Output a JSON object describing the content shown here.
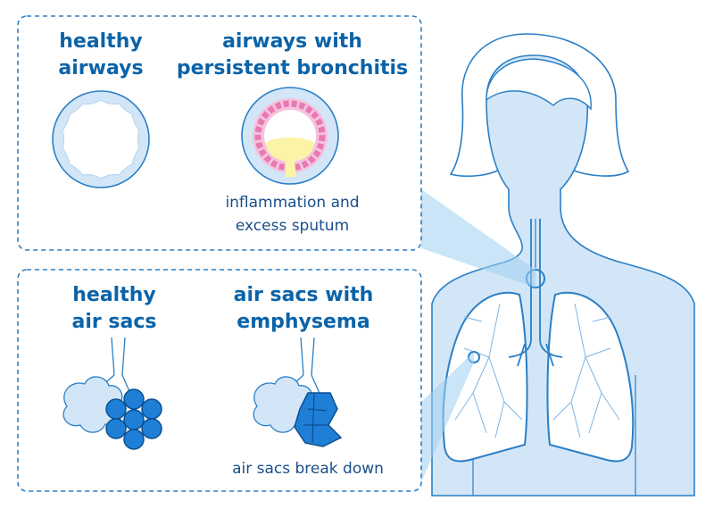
{
  "panels": {
    "airways": {
      "healthy_heading": [
        "healthy",
        "airways"
      ],
      "disease_heading": [
        "airways with",
        "persistent bronchitis"
      ],
      "note": [
        "inflammation and",
        "excess sputum"
      ]
    },
    "air_sacs": {
      "healthy_heading": [
        "healthy",
        "air sacs"
      ],
      "disease_heading": [
        "air sacs with",
        "emphysema"
      ],
      "note": "air sacs break down"
    }
  },
  "icons": {
    "figure": "person-silhouette-icon",
    "lungs": "lungs-icon",
    "healthy_airway": "healthy-airway-cross-section-icon",
    "inflamed_airway": "inflamed-airway-cross-section-icon",
    "healthy_alveoli": "healthy-alveoli-cluster-icon",
    "emphysema_alveoli": "emphysema-alveoli-cluster-icon"
  },
  "colors": {
    "outline": "#2a7fc6",
    "body_fill": "#d3e6f7",
    "sac_fill": "#1f7fd6",
    "inflammation": "#e879b3",
    "sputum": "#fbf3a6",
    "heading_text": "#0b63a8"
  }
}
